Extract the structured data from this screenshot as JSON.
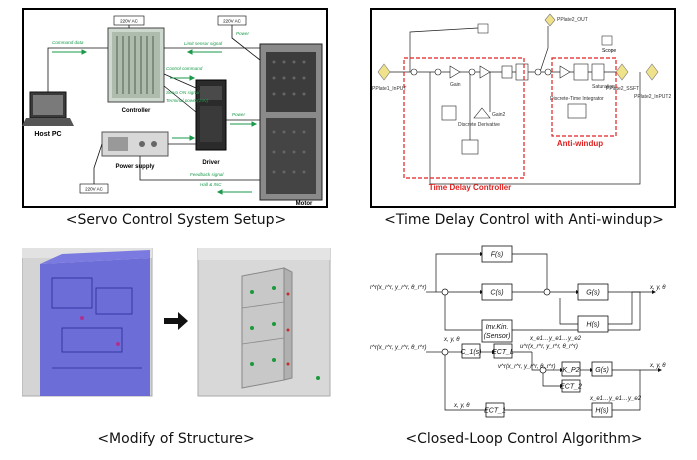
{
  "captions": {
    "servo": "<Servo Control System Setup>",
    "tdc": "<Time Delay Control with Anti-windup>",
    "structure": "<Modify of Structure>",
    "closed_loop": "<Closed-Loop Control Algorithm>"
  },
  "servo": {
    "host_pc": "Host PC",
    "controller": "Controller",
    "power_supply": "Power supply",
    "driver": "Driver",
    "motor": "Motor",
    "ac_top": "220V AC",
    "ac_top_right": "220V AC",
    "ac_bottom": "220V AC",
    "command_data": "Command data",
    "limit_sensor": "Limit sensor signal",
    "power": "Power",
    "control_command": "Control command",
    "servo_on": "Servo ON signal",
    "terminal_power": "Terminal power(24V)",
    "power2": "Power",
    "feedback_signal": "Feedback signal",
    "hall_inc": "Hall & INC"
  },
  "tdc": {
    "label_tdc": "Time Delay Controller",
    "label_aw": "Anti-windup",
    "in_left": "PPlate1_InPUT",
    "out_top": "PPlate2_OUT",
    "out_mid": "PPlate2_SSFT",
    "out_right": "PPlate2_InPUT2",
    "scope": "Scope",
    "gain": "Gain",
    "gain2": "Gain2",
    "saturation": "Saturation",
    "discrete_derivative": "Discrete Derivative",
    "discrete_integrator": "Discrete-Time Integrator"
  },
  "closed_loop": {
    "ref1": "r^r(x_r^r, y_r^r, θ_r^r)",
    "ref2": "r^r(x_r^r, y_r^r, θ_r^r)",
    "F": "F(s)",
    "C": "C(s)",
    "G": "G(s)",
    "H": "H(s)",
    "inv_kin": "Inv.Kin.",
    "sensor": "(Sensor)",
    "out1": "x, y, θ",
    "fb1": "x, y, θ",
    "fb_enc1": "x_e1…y_e1…y_e2",
    "C1": "C_1(s)",
    "ECT_L": "ECT_L",
    "K_P2": "K_P2",
    "G2": "G(s)",
    "ECT_2": "ECT_2",
    "ECT_1": "ECT_1",
    "H2": "H(s)",
    "out2": "x, y, θ",
    "fb2": "x, y, θ",
    "fb_enc2": "x_e1…y_e1…y_e2",
    "mid_ref": "u^r(x_r^r, y_r^r, θ_r^r)",
    "mid_ref2": "v^r(x_r^r, y_r^r, θ_r^r)"
  }
}
